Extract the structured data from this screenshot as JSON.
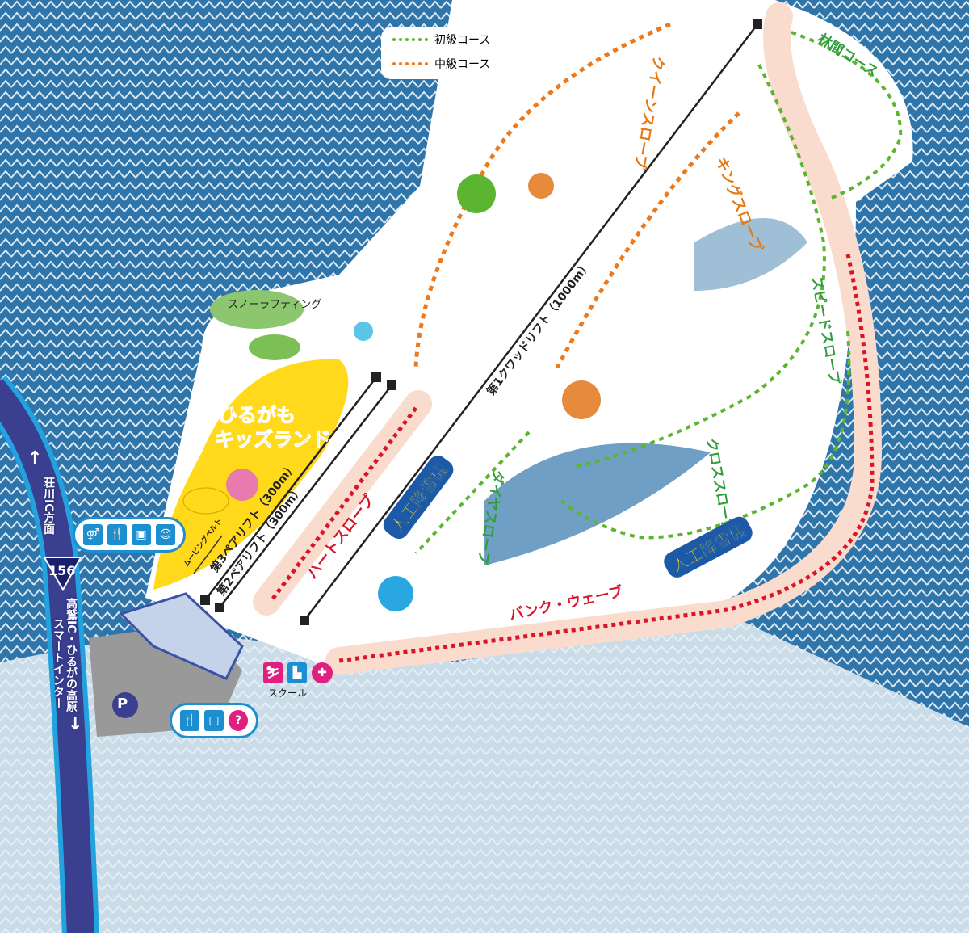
{
  "legend": {
    "beginner": {
      "label": "初級コース",
      "color": "#5cb531"
    },
    "intermediate": {
      "label": "中級コース",
      "color": "#ec7a1c"
    }
  },
  "courses": {
    "rinkan": "林間コース",
    "queen": "クイーンスロープ",
    "king": "キングスロープ",
    "speed": "スピードスロープ",
    "cross": "クロススロープ",
    "diamond": "ダイヤスロープ",
    "heart": "ハートスロープ",
    "bank_wave": "バンク・ウェーブ"
  },
  "lifts": {
    "quad1": "第1クワッドリフト（1000m）",
    "pair3": "第3ペアリフト（300m）",
    "pair2": "第2ペアリフト（300m）",
    "moving_belt": "ムービングベルト"
  },
  "areas": {
    "snow_rafting": "スノーラフティング",
    "kidsland_line1": "ひるがも",
    "kidsland_line2": "キッズランド"
  },
  "snowmakers": [
    "人工降雪機",
    "人工降雪機"
  ],
  "road": {
    "number": "156",
    "north": "荘川IC方面",
    "south_line1": "高鷲IC・ひるがの高原",
    "south_line2": "スマートインター"
  },
  "facilities": {
    "school": "スクール",
    "parking": "P",
    "info": "?"
  },
  "colors": {
    "beginner": "#5cb531",
    "intermediate": "#ec7a1c",
    "advanced": "#d8152b",
    "lift": "#222222",
    "road": "#3b3f8f"
  }
}
